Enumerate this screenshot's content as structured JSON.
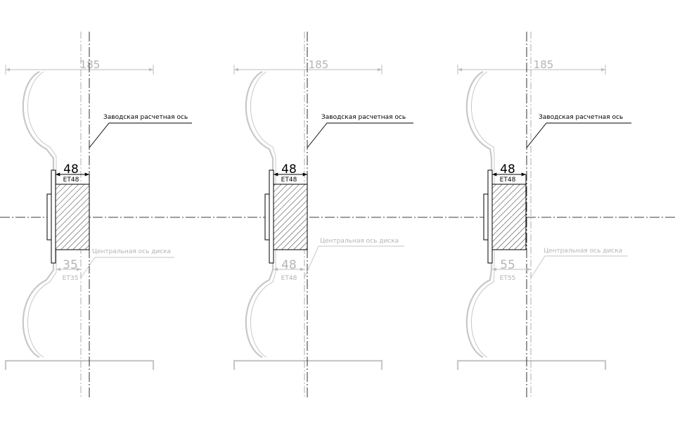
{
  "details": [
    {
      "wheel_width": "185",
      "factory_axis_label": "Заводская расчетная ось",
      "hub_dim": "48",
      "hub_code": "ET48",
      "center_axis_label": "Центральная ось диска",
      "offset_dim": "35",
      "offset_code": "ET35"
    },
    {
      "wheel_width": "185",
      "factory_axis_label": "Заводская расчетная ось",
      "hub_dim": "48",
      "hub_code": "ET48",
      "center_axis_label": "Центральная ось диска",
      "offset_dim": "48",
      "offset_code": "ET48"
    },
    {
      "wheel_width": "185",
      "factory_axis_label": "Заводская расчетная ось",
      "hub_dim": "48",
      "hub_code": "ET48",
      "center_axis_label": "Центральная ось диска",
      "offset_dim": "55",
      "offset_code": "ET55"
    }
  ]
}
